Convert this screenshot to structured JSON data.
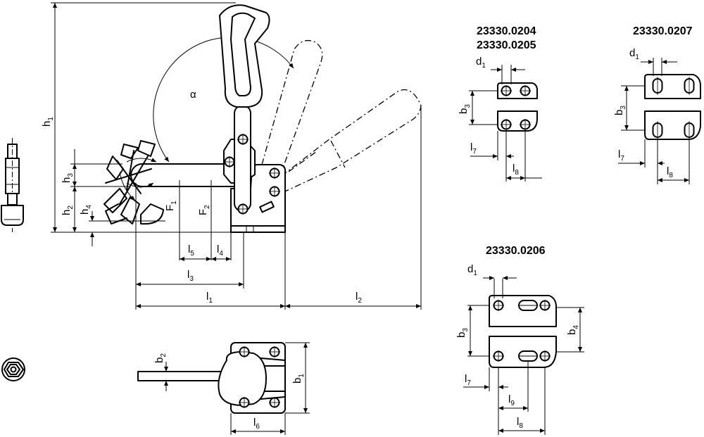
{
  "variants": {
    "v0204": "23330.0204",
    "v0205": "23330.0205",
    "v0207": "23330.0207",
    "v0206": "23330.0206"
  },
  "dimensions": {
    "h1": {
      "base": "h",
      "sub": "1"
    },
    "h2": {
      "base": "h",
      "sub": "2"
    },
    "h3": {
      "base": "h",
      "sub": "3"
    },
    "h4": {
      "base": "h",
      "sub": "4"
    },
    "F1": {
      "base": "F",
      "sub": "1"
    },
    "F2": {
      "base": "F",
      "sub": "2"
    },
    "l1": {
      "base": "l",
      "sub": "1"
    },
    "l2": {
      "base": "l",
      "sub": "2"
    },
    "l3": {
      "base": "l",
      "sub": "3"
    },
    "l4": {
      "base": "l",
      "sub": "4"
    },
    "l5": {
      "base": "l",
      "sub": "5"
    },
    "l6": {
      "base": "l",
      "sub": "6"
    },
    "l7": {
      "base": "l",
      "sub": "7"
    },
    "l8": {
      "base": "l",
      "sub": "8"
    },
    "l9": {
      "base": "l",
      "sub": "9"
    },
    "b1": {
      "base": "b",
      "sub": "1"
    },
    "b2": {
      "base": "b",
      "sub": "2"
    },
    "b3": {
      "base": "b",
      "sub": "3"
    },
    "b4": {
      "base": "b",
      "sub": "4"
    },
    "d1": {
      "base": "d",
      "sub": "1"
    },
    "alpha": "α"
  }
}
